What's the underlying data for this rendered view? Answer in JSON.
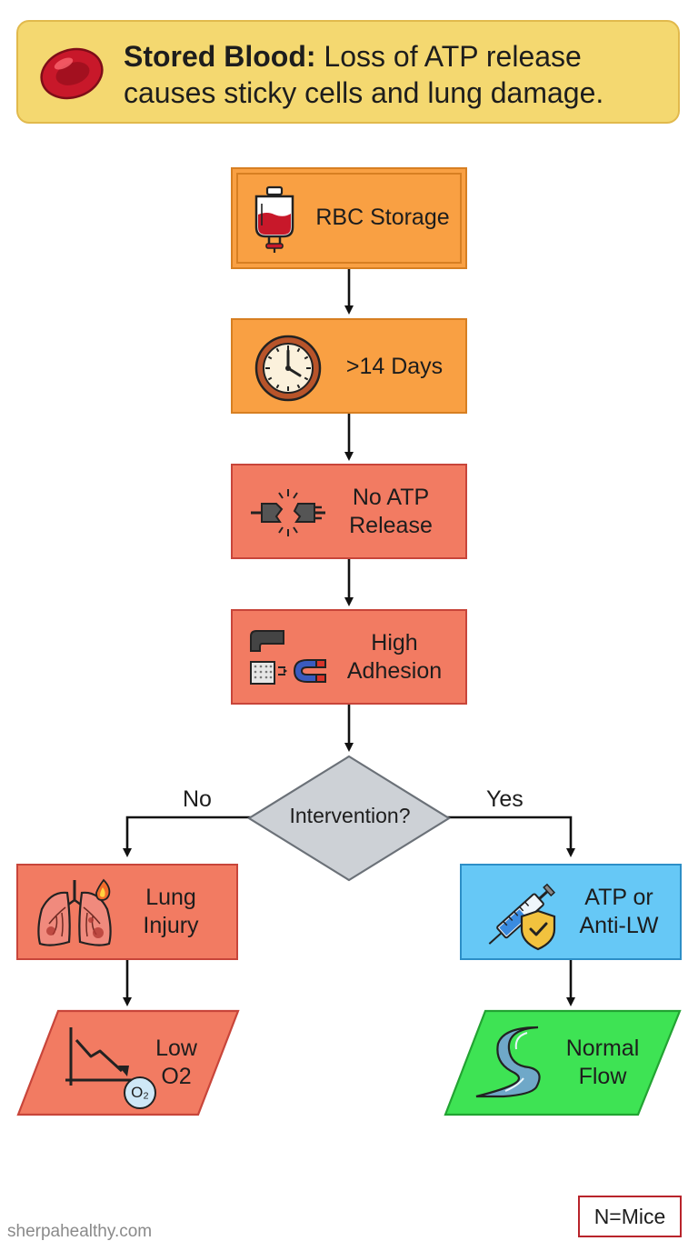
{
  "header": {
    "title_bold": "Stored Blood:",
    "title_rest": " Loss of ATP release causes sticky cells and lung damage."
  },
  "nodes": {
    "rbc_storage": {
      "label": "RBC Storage",
      "icon": "blood-bag-icon"
    },
    "days": {
      "label": ">14 Days",
      "icon": "clock-icon"
    },
    "no_atp": {
      "label": "No ATP\nRelease",
      "icon": "broken-plug-icon"
    },
    "high_adhesion": {
      "label": "High\nAdhesion",
      "icon": "adhesive-magnet-icon"
    },
    "decision": {
      "label": "Intervention?"
    },
    "lung_injury": {
      "label": "Lung\nInjury",
      "icon": "damaged-lungs-icon"
    },
    "low_o2": {
      "label": "Low\nO2",
      "icon": "declining-oxygen-graph-icon",
      "badge": "O₂"
    },
    "atp_anti_lw": {
      "label": "ATP or\nAnti-LW",
      "icon": "syringe-shield-icon"
    },
    "normal_flow": {
      "label": "Normal\nFlow",
      "icon": "river-flow-icon"
    }
  },
  "branches": {
    "no": "No",
    "yes": "Yes"
  },
  "colors": {
    "header_bg": "#f4d870",
    "orange": "#f9a043",
    "red": "#f27b62",
    "blue": "#66c8f6",
    "green": "#3ee354",
    "diamond": "#cdd1d6"
  },
  "footer": {
    "site": "sherpahealthy.com",
    "note": "N=Mice"
  }
}
